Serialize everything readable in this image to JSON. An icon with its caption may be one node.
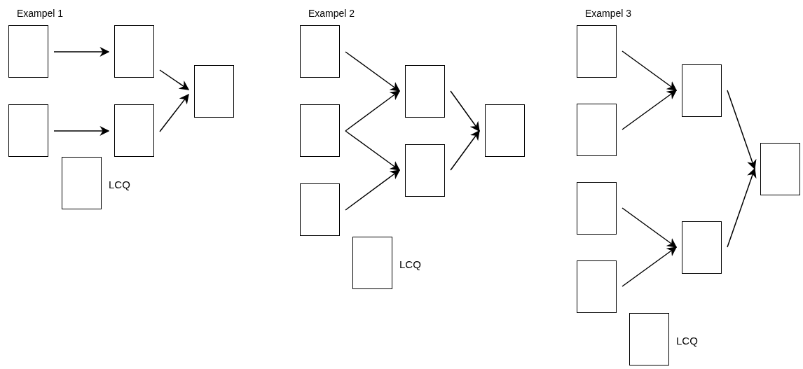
{
  "diagram": {
    "nodes": [
      {
        "text": [],
        "shape": "box"
      },
      {
        "text": [],
        "shape": "box"
      },
      {
        "text": [],
        "shape": "box"
      },
      {
        "text": [],
        "shape": "box"
      },
      {
        "text": [],
        "shape": "box"
      },
      {
        "text": [],
        "shape": "box",
        "beside": [
          "LCQ"
        ]
      },
      {
        "text": [],
        "shape": "box"
      },
      {
        "text": [],
        "shape": "box"
      },
      {
        "text": [],
        "shape": "box"
      },
      {
        "text": [],
        "shape": "box"
      },
      {
        "text": [],
        "shape": "box"
      },
      {
        "text": [],
        "shape": "box"
      },
      {
        "text": [],
        "shape": "box",
        "beside": [
          "LCQ"
        ]
      },
      {
        "text": [],
        "shape": "box"
      },
      {
        "text": [],
        "shape": "box"
      },
      {
        "text": [],
        "shape": "box"
      },
      {
        "text": [],
        "shape": "box"
      },
      {
        "text": [],
        "shape": "box"
      },
      {
        "text": [],
        "shape": "box"
      },
      {
        "text": [],
        "shape": "box"
      },
      {
        "text": [],
        "shape": "box",
        "beside": [
          "LCQ"
        ]
      }
    ],
    "edges": [
      {
        "from": 0,
        "to": 2,
        "arrow": "to"
      },
      {
        "from": 1,
        "to": 3,
        "arrow": "to"
      },
      {
        "from": 2,
        "to": 4,
        "arrow": "to"
      },
      {
        "from": 3,
        "to": 4,
        "arrow": "to"
      },
      {
        "from": 6,
        "to": 9,
        "arrow": "to"
      },
      {
        "from": 7,
        "to": 9,
        "arrow": "to"
      },
      {
        "from": 7,
        "to": 10,
        "arrow": "to"
      },
      {
        "from": 8,
        "to": 10,
        "arrow": "to"
      },
      {
        "from": 9,
        "to": 11,
        "arrow": "to"
      },
      {
        "from": 10,
        "to": 11,
        "arrow": "to"
      },
      {
        "from": 13,
        "to": 17,
        "arrow": "to"
      },
      {
        "from": 14,
        "to": 17,
        "arrow": "to"
      },
      {
        "from": 15,
        "to": 18,
        "arrow": "to"
      },
      {
        "from": 16,
        "to": 18,
        "arrow": "to"
      },
      {
        "from": 17,
        "to": 19,
        "arrow": "to"
      },
      {
        "from": 18,
        "to": 19,
        "arrow": "to"
      }
    ],
    "labels": [
      "Exampel 1",
      "Exampel 2",
      "Exampel 3"
    ]
  }
}
